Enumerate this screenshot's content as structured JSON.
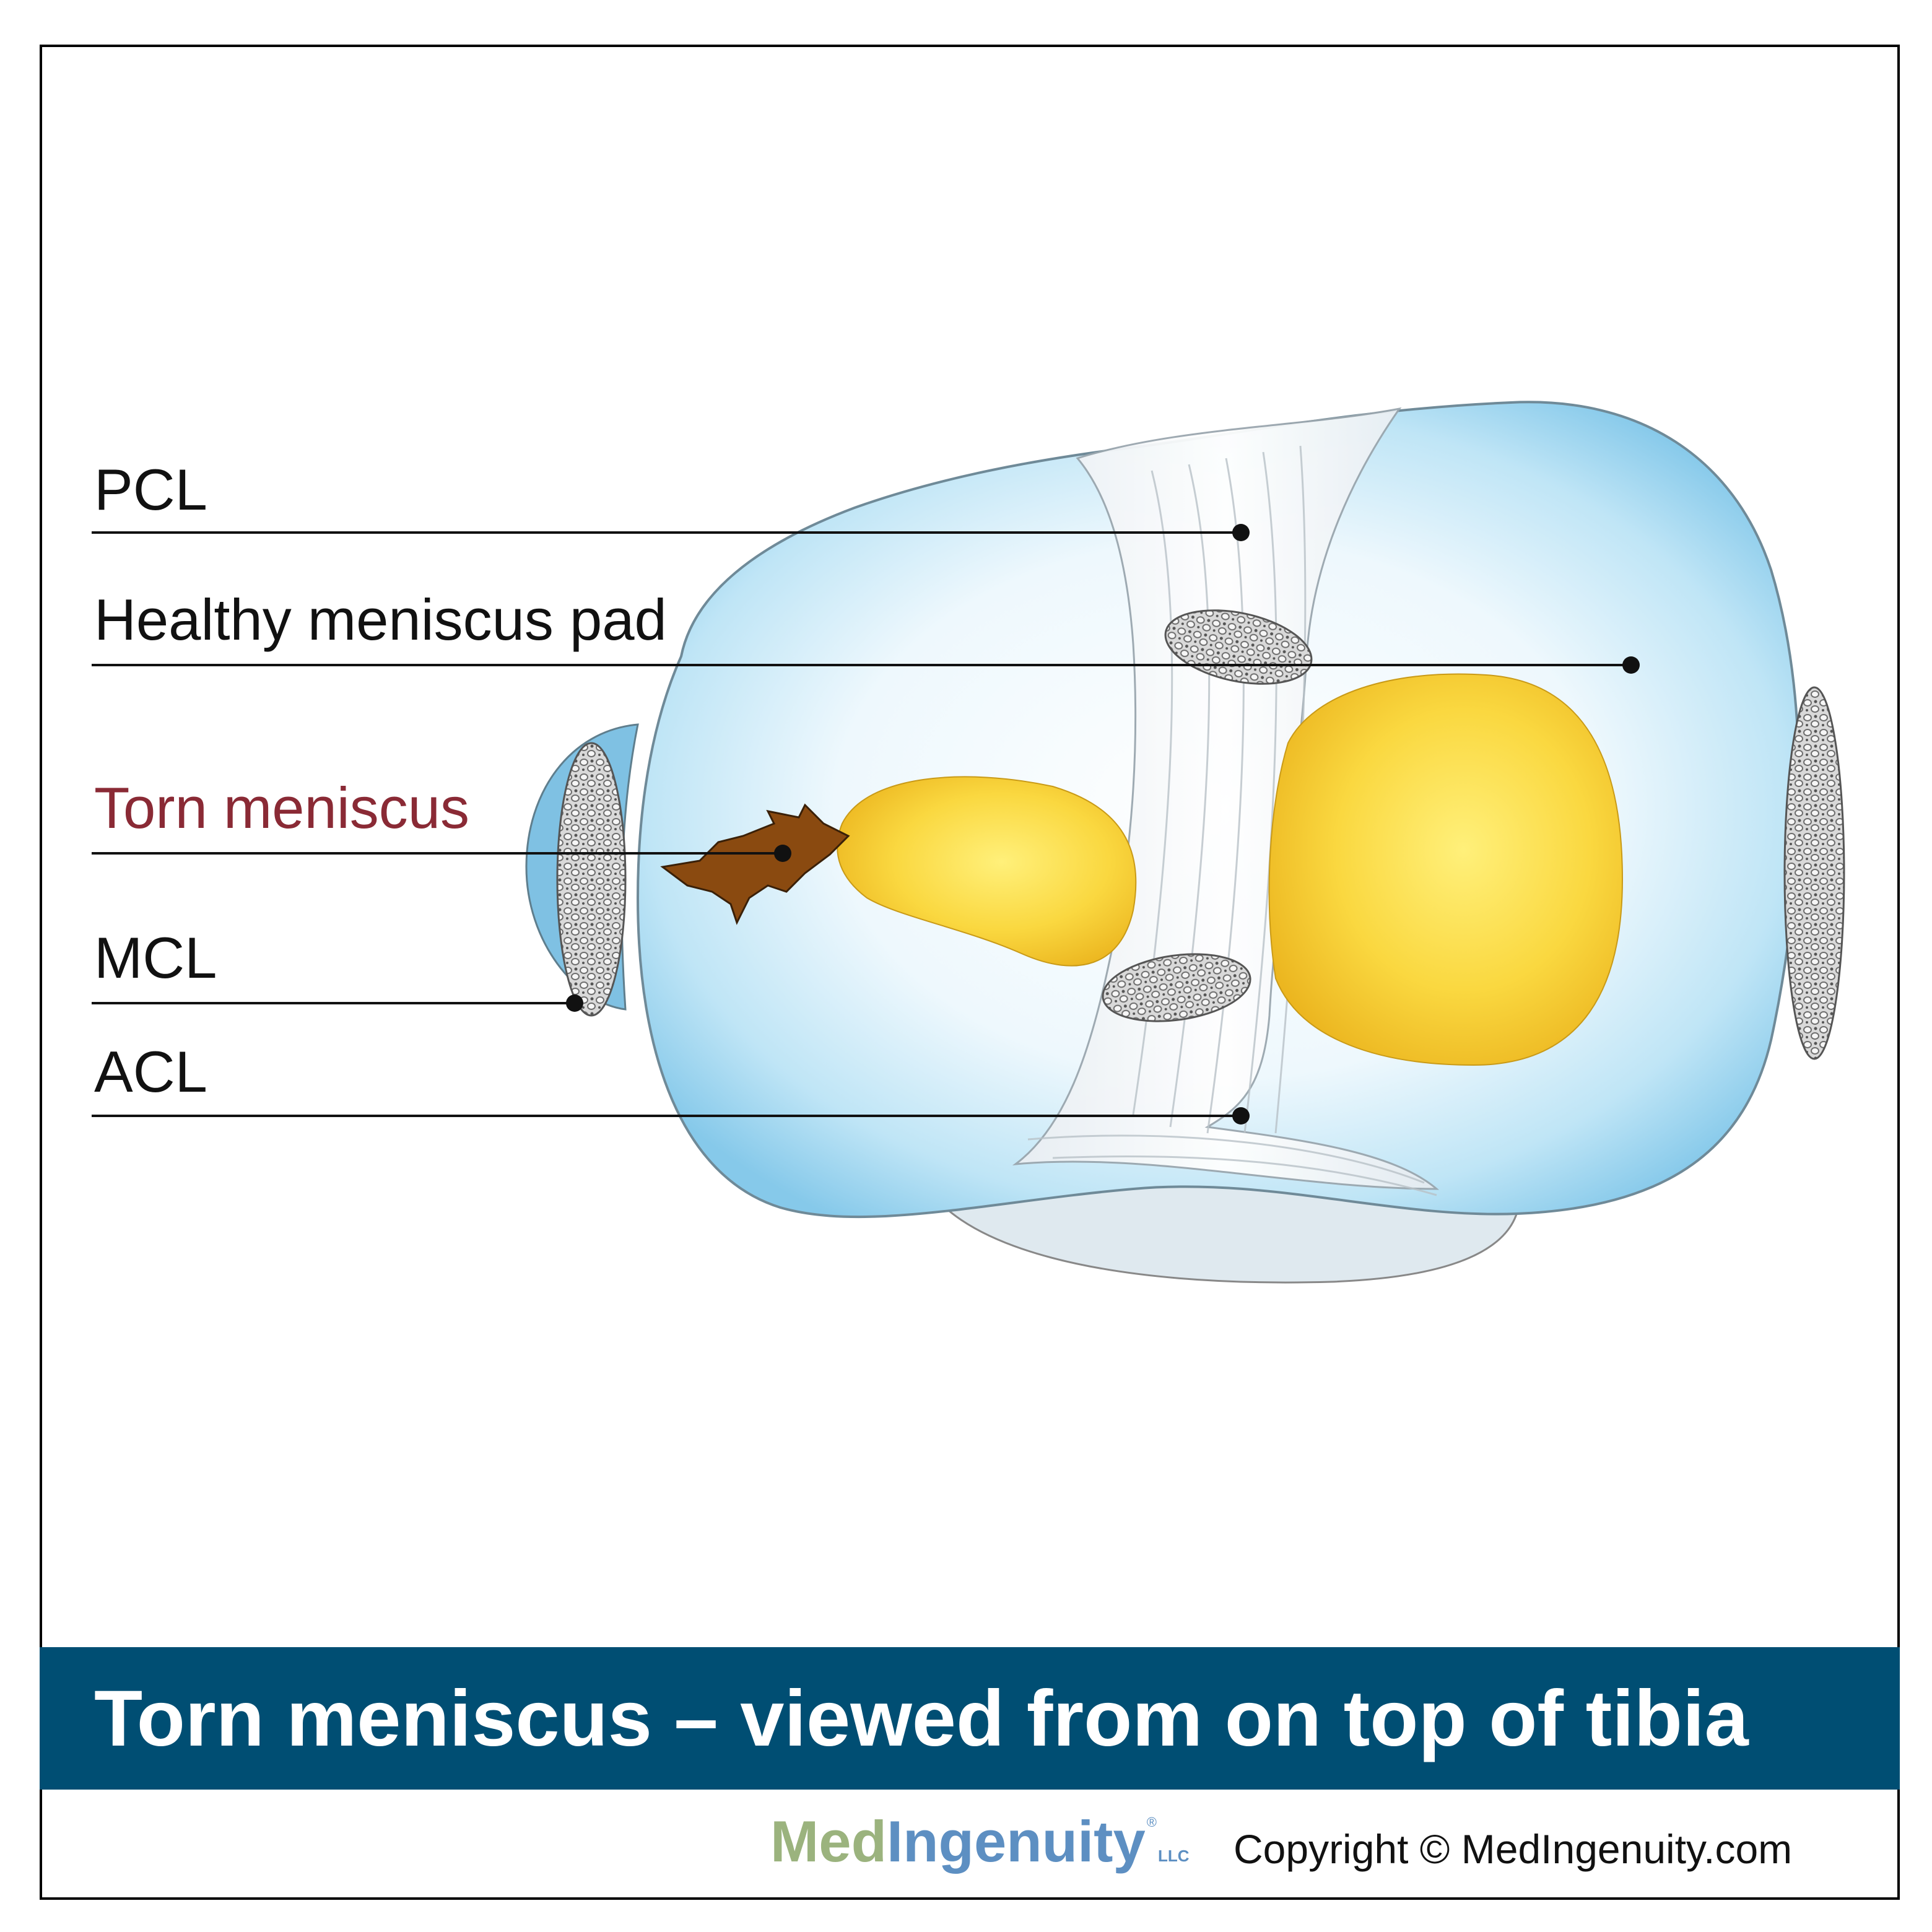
{
  "labels": {
    "pcl": "PCL",
    "healthy_meniscus_pad": "Healthy meniscus pad",
    "torn_meniscus": "Torn meniscus",
    "mcl": "MCL",
    "acl": "ACL"
  },
  "title": "Torn meniscus – viewed from on top of tibia",
  "logo": {
    "med": "Med",
    "ingenuity": "Ingenuity",
    "llc": "LLC",
    "registered": "®"
  },
  "copyright": "Copyright © MedIngenuity.com",
  "colors": {
    "title_bar": "#004e73",
    "torn_label": "#8a2a35",
    "cartilage_blue": "#8fd0ee",
    "meniscus_yellow": "#f7d33a",
    "logo_green": "#9bb37e",
    "logo_blue": "#5d8fc2"
  }
}
